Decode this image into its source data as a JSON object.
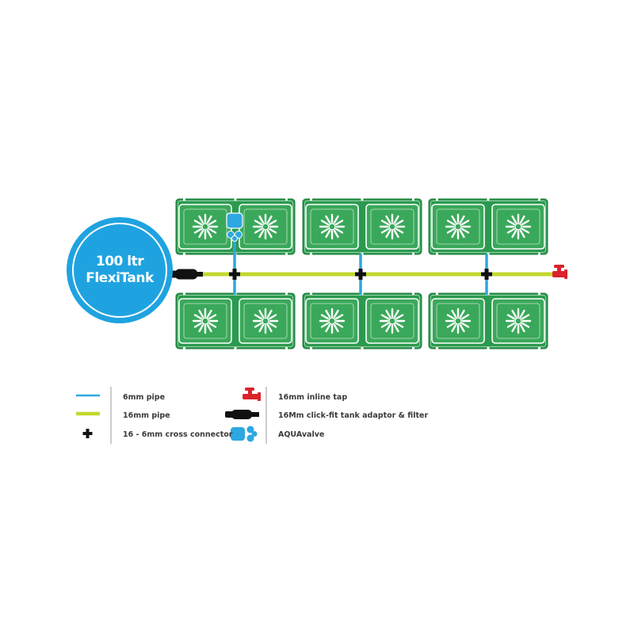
{
  "tank": {
    "line1": "100 ltr",
    "line2": "FlexiTank"
  },
  "layout": {
    "top_row_trays": 3,
    "bottom_row_trays": 3,
    "pots_per_tray": 2,
    "cross_connectors": 3,
    "aquavalves": 1
  },
  "colors": {
    "tank": "#1fa3e0",
    "tray_fill": "#2a9a4e",
    "tray_inner": "#3aa85a",
    "pipe_16mm": "#c2d82f",
    "pipe_6mm": "#2da8e0",
    "connector": "#111111",
    "tap": "#d9232d",
    "text": "#3a3a3a"
  },
  "legend": {
    "pipe_6mm": "6mm pipe",
    "pipe_16mm": "16mm pipe",
    "cross_connector": "16 - 6mm cross connector",
    "inline_tap": "16mm inline tap",
    "tank_adaptor": "16Mm click-fit tank adaptor & filter",
    "aquavalve": "AQUAvalve"
  }
}
